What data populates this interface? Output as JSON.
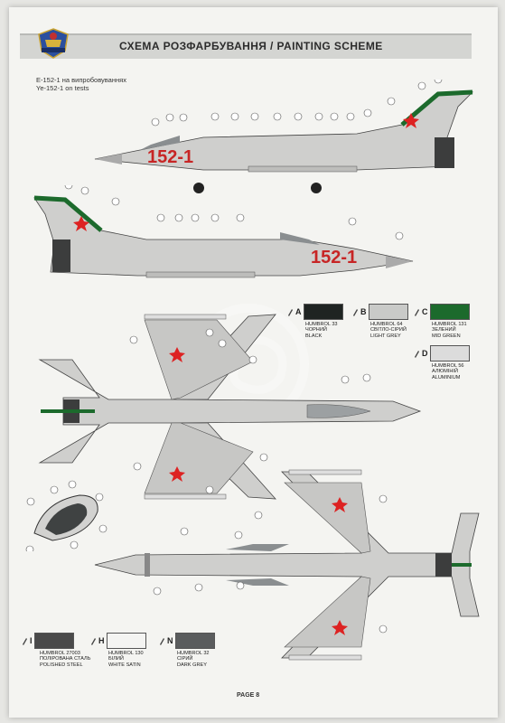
{
  "header": {
    "title": "СХЕМА РОЗФАРБУВАННЯ / PAINTING  SCHEME"
  },
  "caption": {
    "line1": "Е-152-1 на випробовуваннях",
    "line2": "Ye-152-1 on tests"
  },
  "aircraft": {
    "code": "152-1"
  },
  "swatches": [
    {
      "letter": "A",
      "color": "#1f2422",
      "line1": "HUMBROL 33",
      "line2": "ЧОРНИЙ",
      "line3": "BLACK"
    },
    {
      "letter": "B",
      "color": "#c9cac8",
      "line1": "HUMBROL 64",
      "line2": "СВІТЛО-СІРИЙ",
      "line3": "LIGHT GREY"
    },
    {
      "letter": "C",
      "color": "#1c6a2c",
      "line1": "HUMBROL 131",
      "line2": "ЗЕЛЕНИЙ",
      "line3": "MID GREEN"
    },
    {
      "letter": "D",
      "color": "#dcdcdc",
      "line1": "HUMBROL 56",
      "line2": "АЛЮМІНІЙ",
      "line3": "ALUMINIUM"
    },
    {
      "letter": "I",
      "color": "#4a4a4a",
      "line1": "HUMBROL 27003",
      "line2": "ПОЛІРОВАНА СТАЛЬ",
      "line3": "POLISHED STEEL"
    },
    {
      "letter": "H",
      "color": "#f4f4f2",
      "line1": "HUMBROL 130",
      "line2": "БІЛИЙ",
      "line3": "WHITE SATIN"
    },
    {
      "letter": "N",
      "color": "#5a5c5d",
      "line1": "HUMBROL 32",
      "line2": "СІРИЙ",
      "line3": "DARK GREY"
    }
  ],
  "footer": {
    "page": "PAGE 8"
  }
}
